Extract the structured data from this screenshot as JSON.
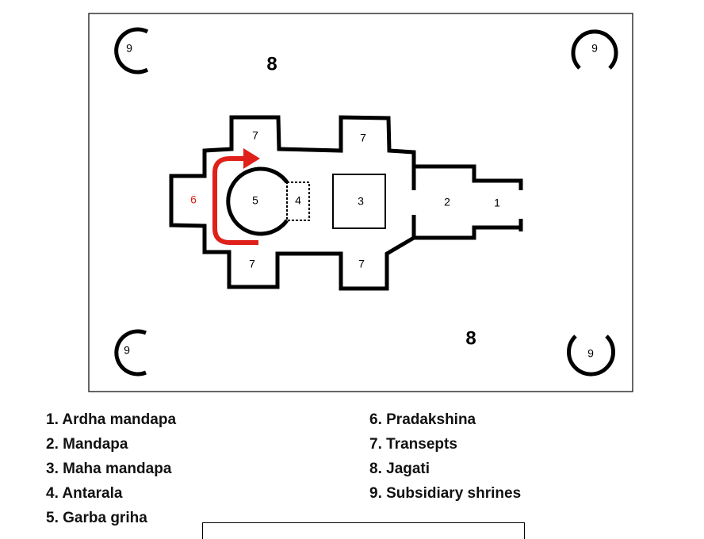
{
  "diagram": {
    "labels": {
      "ardha_mandapa": "1",
      "mandapa": "2",
      "maha_mandapa": "3",
      "antarala": "4",
      "garbha_griha": "5",
      "pradakshina": "6",
      "transept": "7",
      "jagati": "8",
      "shrine": "9"
    },
    "colors": {
      "pradakshina": "#e0201a",
      "lines": "#000000"
    }
  },
  "legend": {
    "left": [
      "1. Ardha mandapa",
      "2. Mandapa",
      "3. Maha mandapa",
      "4. Antarala",
      "5. Garba griha"
    ],
    "right": [
      "6. Pradakshina",
      "7. Transepts",
      "8. Jagati",
      "9. Subsidiary shrines"
    ]
  }
}
